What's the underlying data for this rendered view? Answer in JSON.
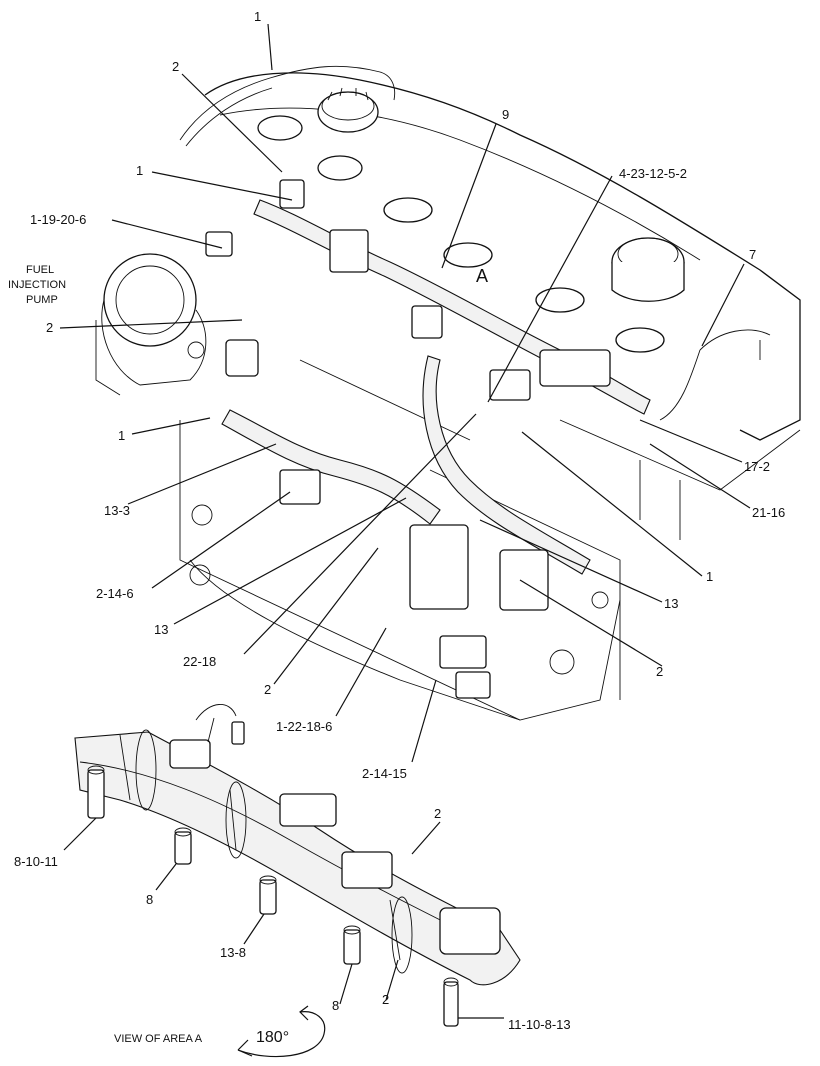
{
  "diagram": {
    "callouts": {
      "c1_top": "1",
      "c2_top": "2",
      "c9": "9",
      "c1_mid": "1",
      "c4_23_12_5_2": "4-23-12-5-2",
      "c1_19_20_6": "1-19-20-6",
      "c7": "7",
      "c2_left": "2",
      "c1_left": "1",
      "c17_2": "17-2",
      "c21_16": "21-16",
      "c13_3": "13-3",
      "c2_14_6": "2-14-6",
      "c1_right": "1",
      "c13_right": "13",
      "c13_left": "13",
      "c22_18": "22-18",
      "c2_right": "2",
      "c2_center": "2",
      "c1_22_18_6": "1-22-18-6",
      "c2_14_15": "2-14-15",
      "c2_lower": "2",
      "c8_10_11": "8-10-11",
      "c8_a": "8",
      "c13_8": "13-8",
      "c8_b": "8",
      "c2_bottom": "2",
      "c11_10_8_13": "11-10-8-13"
    },
    "fuel_pump_label_line1": "FUEL",
    "fuel_pump_label_line2": "INJECTION",
    "fuel_pump_label_line3": "PUMP",
    "area_marker": "A",
    "view_caption": "VIEW OF AREA A",
    "rotation_label": "180°"
  }
}
